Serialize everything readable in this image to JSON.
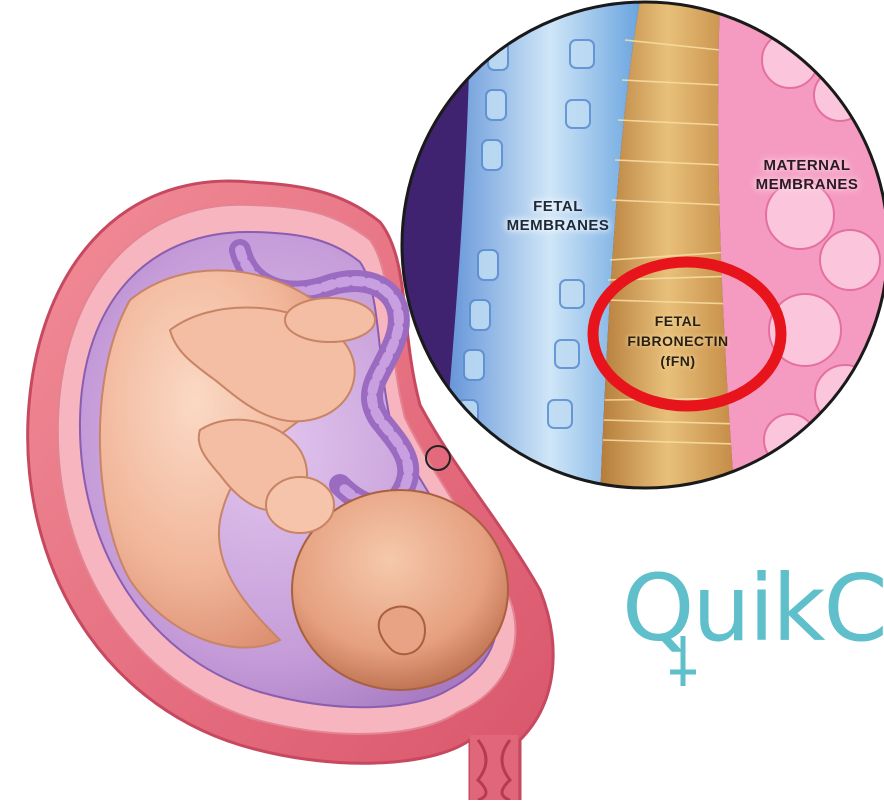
{
  "labels": {
    "fetal_membranes": [
      "FETAL",
      "MEMBRANES"
    ],
    "maternal_membranes": [
      "MATERNAL",
      "MEMBRANES"
    ],
    "fetal_fibronectin": [
      "FETAL",
      "FIBRONECTIN",
      "(fFN)"
    ]
  },
  "brand": {
    "text": "QuikC",
    "color": "#5fbfcb",
    "icon": "venus-icon"
  },
  "colors": {
    "uterus_wall": "#e8707e",
    "amniotic_fluid": "#c49bd8",
    "skin": "#f1b69a",
    "umbilical_cord": "#a978cc",
    "fetal_membrane": "#8ec4ea",
    "fibronectin": "#d9a860",
    "maternal_membrane": "#f59ac0",
    "highlight_ring": "#e8141b"
  }
}
